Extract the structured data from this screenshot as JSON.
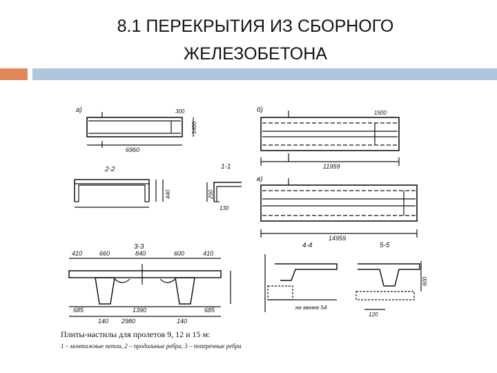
{
  "slide": {
    "title_line1": "8.1 ПЕРЕКРЫТИЯ ИЗ СБОРНОГО",
    "title_line2": "ЖЕЛЕЗОБЕТОНА",
    "accent_color": "#e0875a",
    "bar_color": "#b0c6dd"
  },
  "drawing": {
    "view_a": "а)",
    "view_b": "б)",
    "view_v": "в)",
    "sec_22": "2-2",
    "sec_11": "1-1",
    "sec_33": "3-3",
    "sec_44": "4-4",
    "sec_55": "5-5",
    "dim_6960": "6960",
    "dim_11959": "11959",
    "dim_14959": "14959",
    "dim_1400": "1400",
    "dim_1500": "1500",
    "dim_300": "300",
    "dim_2980": "2980",
    "dim_1390": "1390",
    "dim_840": "840",
    "dim_660": "660",
    "dim_600": "600",
    "dim_410a": "410",
    "dim_410b": "410",
    "dim_685a": "685",
    "dim_685b": "685",
    "dim_140a": "140",
    "dim_140b": "140",
    "dim_600b": "600",
    "dim_120": "120",
    "dim_250": "250",
    "dim_440": "440",
    "dim_130": "130",
    "note_54": "не менее 54",
    "caption_line1": "Плиты-настилы для пролетов 9, 12 и 15 м:",
    "caption_line2": "1 – монтажные петли, 2 – продольные ребра, 3 – поперечные ребра"
  }
}
